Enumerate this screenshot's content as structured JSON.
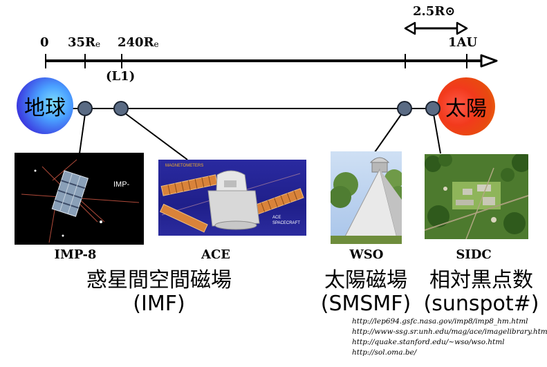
{
  "axis": {
    "ticks": [
      {
        "label": "0",
        "sub": ""
      },
      {
        "label": "35R",
        "sub": "e"
      },
      {
        "label": "240R",
        "sub": "e"
      },
      {
        "label": "1AU",
        "sub": ""
      }
    ],
    "l1_label": "(L1)",
    "sun_span_label": "2.5R⊙"
  },
  "bodies": {
    "earth": "地球",
    "sun": "太陽"
  },
  "panels": [
    {
      "id": "imp8",
      "caption": "IMP-8",
      "photo_text": "IMP-"
    },
    {
      "id": "ace",
      "caption": "ACE",
      "photo_top_text": "MAGNETOMETERS",
      "photo_inner_text": "ACE\nSPACECRAFT"
    },
    {
      "id": "wso",
      "caption": "WSO"
    },
    {
      "id": "sidc",
      "caption": "SIDC"
    }
  ],
  "measurements": {
    "imf_line1": "惑星間空間磁場",
    "imf_line2": "(IMF)",
    "smsmf_line1": "太陽磁場",
    "smsmf_line2": "(SMSMF)",
    "sunspot_line1": "相対黒点数",
    "sunspot_line2": "(sunspot#)"
  },
  "urls": [
    "http://lep694.gsfc.nasa.gov/imp8/imp8_hm.html",
    "http://www-ssg.sr.unh.edu/mag/ace/imagelibrary.html",
    "http://quake.stanford.edu/~wso/wso.html",
    "http://sol.oma.be/"
  ],
  "colors": {
    "node_fill": "#5a6b84",
    "earth_color": "#3b3be0",
    "sun_color": "#f23a1c"
  }
}
